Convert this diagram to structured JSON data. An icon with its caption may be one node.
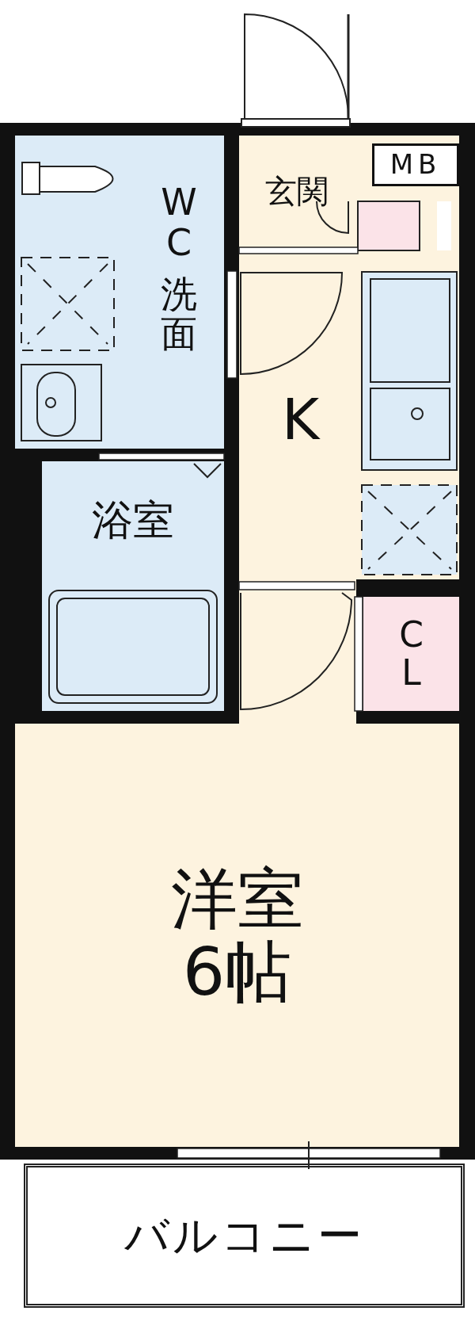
{
  "diagram": {
    "nodes": [
      {
        "text": [
          "WC",
          "洗面"
        ]
      },
      {
        "text": [
          "玄関"
        ]
      },
      {
        "text": [
          "MB"
        ]
      },
      {
        "text": [
          "K"
        ]
      },
      {
        "text": [
          "浴室"
        ]
      },
      {
        "text": [
          "CL"
        ]
      },
      {
        "text": [
          "洋室",
          "6帖"
        ]
      },
      {
        "text": [
          "バルコニー"
        ]
      }
    ]
  }
}
